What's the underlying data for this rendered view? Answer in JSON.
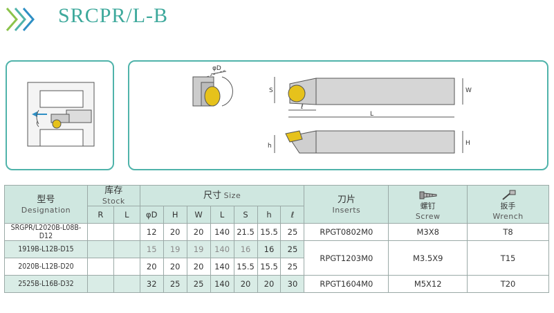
{
  "page": {
    "title": "SRCPR/L-B"
  },
  "diagram": {
    "phi_d_label": "φD",
    "s_label": "S",
    "w_label": "W",
    "l_small_label": "ℓ",
    "l_label": "L",
    "h_small_label": "h",
    "h_label": "H"
  },
  "table": {
    "header": {
      "designation_cn": "型号",
      "designation_en": "Designation",
      "stock_cn": "库存",
      "stock_en": "Stock",
      "size_cn": "尺寸",
      "size_en": "Size",
      "inserts_cn": "刀片",
      "inserts_en": "Inserts",
      "screw_cn": "螺钉",
      "screw_en": "Screw",
      "wrench_cn": "扳手",
      "wrench_en": "Wrench",
      "cols": [
        "R",
        "L",
        "φD",
        "H",
        "W",
        "L",
        "S",
        "h",
        "ℓ"
      ]
    },
    "rows": [
      {
        "designation": "SRGPR/L2020B-L08B-D12",
        "R": "",
        "L": "",
        "D": "12",
        "H": "20",
        "W": "20",
        "Len": "140",
        "S": "21.5",
        "h": "15.5",
        "l": "25",
        "insert": "RPGT0802M0",
        "screw": "M3X8",
        "wrench": "T8"
      },
      {
        "designation": "1919B-L12B-D15",
        "R": "",
        "L": "",
        "D": "15",
        "H": "19",
        "W": "19",
        "Len": "140",
        "S": "16",
        "h": "16",
        "l": "25",
        "insert": "RPGT1203M0",
        "screw": "M3.5X9",
        "wrench": "T15"
      },
      {
        "designation": "2020B-L12B-D20",
        "R": "",
        "L": "",
        "D": "20",
        "H": "20",
        "W": "20",
        "Len": "140",
        "S": "15.5",
        "h": "15.5",
        "l": "25"
      },
      {
        "designation": "2525B-L16B-D32",
        "R": "",
        "L": "",
        "D": "32",
        "H": "25",
        "W": "25",
        "Len": "140",
        "S": "20",
        "h": "20",
        "l": "30",
        "insert": "RPGT1604M0",
        "screw": "M5X12",
        "wrench": "T20"
      }
    ]
  }
}
